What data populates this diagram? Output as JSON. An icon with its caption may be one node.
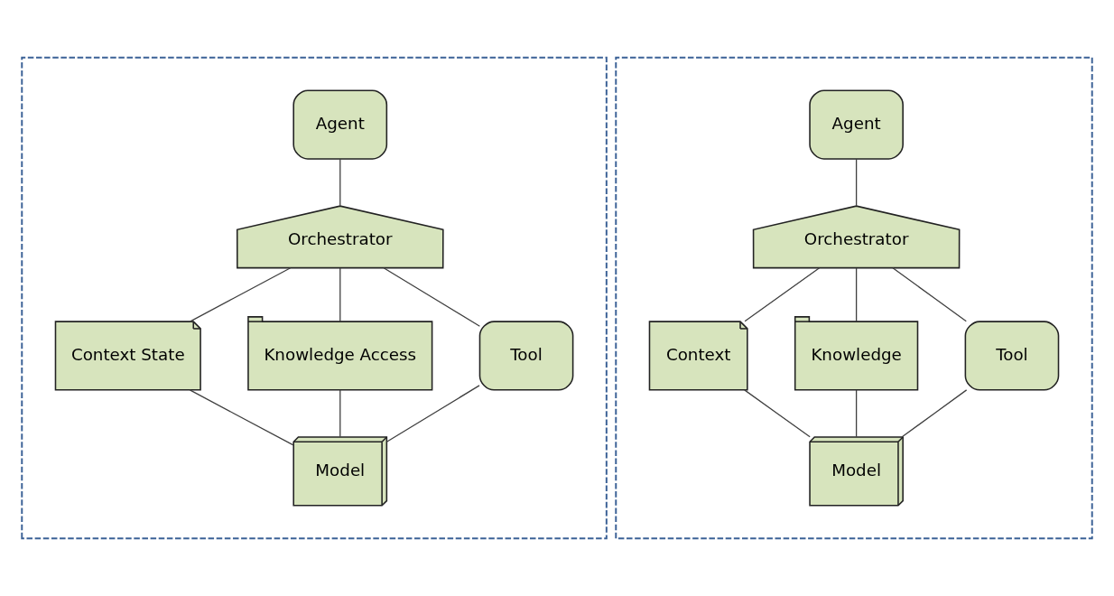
{
  "diagram": {
    "nodes": [
      {
        "text": [],
        "shape": "box"
      },
      {
        "text": [
          "Agent"
        ],
        "in": 0
      },
      {
        "text": [
          "Orchestrator"
        ],
        "in": 0
      },
      {
        "text": [
          "Context State"
        ],
        "in": 0
      },
      {
        "text": [
          "Tool"
        ],
        "in": 0
      },
      {
        "text": [
          "Knowledge Access"
        ],
        "in": 0
      },
      {
        "text": [
          "Model"
        ],
        "in": 0
      },
      {
        "text": [],
        "shape": "box"
      },
      {
        "text": [
          "Agent"
        ],
        "in": 7
      },
      {
        "text": [
          "Orchestrator"
        ],
        "in": 7
      },
      {
        "text": [
          "Context"
        ],
        "in": 7
      },
      {
        "text": [
          "Knowledge"
        ],
        "in": 7
      },
      {
        "text": [
          "Tool"
        ],
        "in": 7
      },
      {
        "text": [
          "Model"
        ],
        "in": 7
      }
    ],
    "edges": [
      {
        "from": 1,
        "to": 2,
        "arrow": "none"
      },
      {
        "from": 2,
        "to": 3,
        "arrow": "none"
      },
      {
        "from": 2,
        "to": 5,
        "arrow": "none"
      },
      {
        "from": 2,
        "to": 4,
        "arrow": "none"
      },
      {
        "from": 3,
        "to": 6,
        "arrow": "none"
      },
      {
        "from": 5,
        "to": 6,
        "arrow": "none"
      },
      {
        "from": 4,
        "to": 6,
        "arrow": "none"
      },
      {
        "from": 8,
        "to": 9,
        "arrow": "none"
      },
      {
        "from": 9,
        "to": 10,
        "arrow": "none"
      },
      {
        "from": 9,
        "to": 11,
        "arrow": "none"
      },
      {
        "from": 9,
        "to": 12,
        "arrow": "none"
      },
      {
        "from": 10,
        "to": 13,
        "arrow": "none"
      },
      {
        "from": 11,
        "to": 13,
        "arrow": "none"
      },
      {
        "from": 12,
        "to": 13,
        "arrow": "none"
      }
    ]
  }
}
